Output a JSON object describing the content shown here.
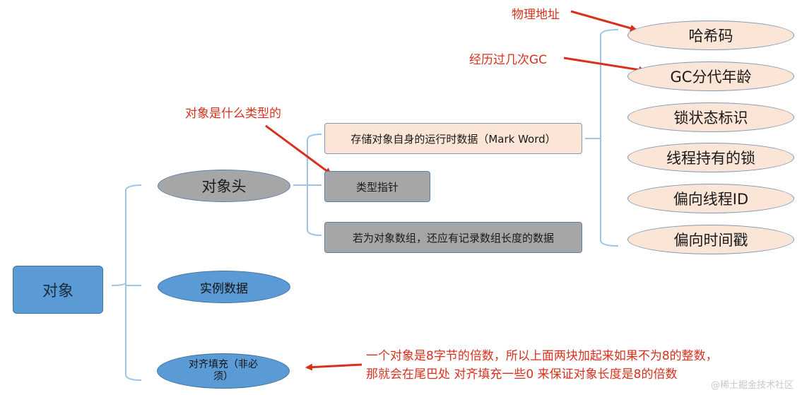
{
  "root": {
    "label": "对象"
  },
  "level1": {
    "header": "对象头",
    "instance": "实例数据",
    "padding": "对齐填充（非必须）"
  },
  "level2": {
    "mark_word": "存储对象自身的运行时数据（Mark Word）",
    "type_pointer": "类型指针",
    "array_length": "若为对象数组，还应有记录数组长度的数据"
  },
  "level3": [
    "哈希码",
    "GC分代年龄",
    "锁状态标识",
    "线程持有的锁",
    "偏向线程ID",
    "偏向时间戳"
  ],
  "annotations": {
    "physical_address": "物理地址",
    "gc_count": "经历过几次GC",
    "object_type": "对象是什么类型的",
    "padding_note_line1": "一个对象是8字节的倍数，所以上面两块加起来如果不为8的整数，",
    "padding_note_line2": "那就会在尾巴处  对齐填充一些0  来保证对象长度是8的倍数"
  },
  "watermark": "@稀土掘金技术社区",
  "colors": {
    "annotation_red": "#d9301c",
    "root_blue": "#5b9bd5",
    "ellipse_gray": "#a6a6a6",
    "peach": "#fbe5d6"
  }
}
